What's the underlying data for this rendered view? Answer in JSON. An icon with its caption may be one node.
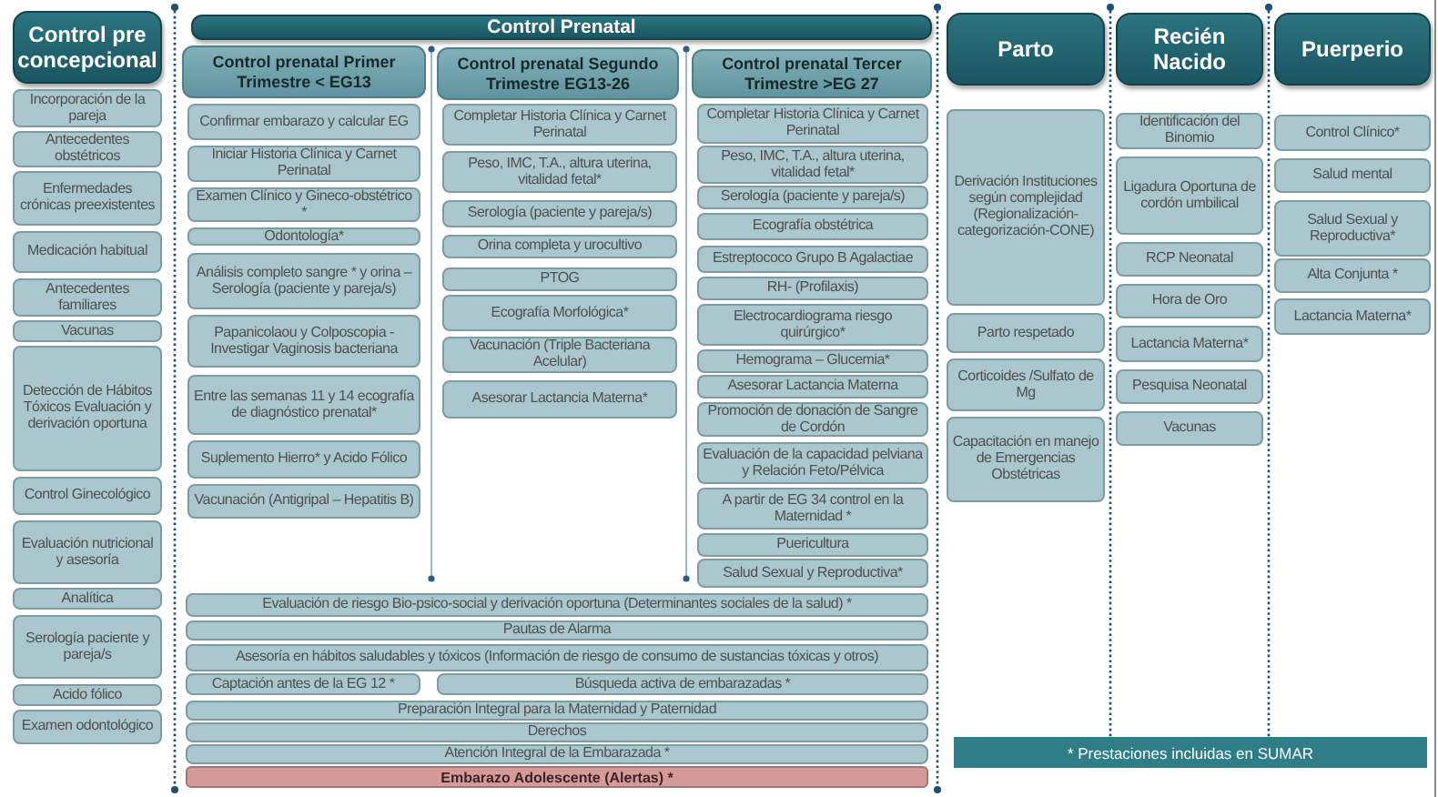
{
  "diagram": {
    "nodes": [
      {
        "text": [
          "Control pre concepcional"
        ]
      },
      {
        "text": [
          "Incorporación de la pareja"
        ]
      },
      {
        "text": [
          "Antecedentes obstétricos"
        ]
      },
      {
        "text": [
          "Enfermedades crónicas preexistentes"
        ]
      },
      {
        "text": [
          "Medicación habitual"
        ]
      },
      {
        "text": [
          "Antecedentes familiares"
        ]
      },
      {
        "text": [
          "Vacunas"
        ]
      },
      {
        "text": [
          "Detección de Hábitos Tóxicos Evaluación y derivación oportuna"
        ]
      },
      {
        "text": [
          "Control Ginecológico"
        ]
      },
      {
        "text": [
          "Evaluación nutricional y asesoría"
        ]
      },
      {
        "text": [
          "Analítica"
        ]
      },
      {
        "text": [
          "Serología paciente y pareja/s"
        ]
      },
      {
        "text": [
          "Acido fólico"
        ]
      },
      {
        "text": [
          "Examen odontológico"
        ]
      },
      {
        "text": [
          "Control Prenatal"
        ]
      },
      {
        "text": [
          "Control prenatal Primer Trimestre < EG13"
        ]
      },
      {
        "text": [
          "Confirmar embarazo y calcular EG"
        ]
      },
      {
        "text": [
          "Iniciar Historia Clínica y Carnet Perinatal"
        ]
      },
      {
        "text": [
          "Examen Clínico y Gineco-obstétrico *"
        ]
      },
      {
        "text": [
          "Odontología*"
        ]
      },
      {
        "text": [
          "Análisis completo sangre * y orina – Serología (paciente y pareja/s)"
        ]
      },
      {
        "text": [
          "Papanicolaou y Colposcopia - Investigar Vaginosis bacteriana"
        ]
      },
      {
        "text": [
          "Entre las semanas 11 y 14 ecografía de diagnóstico prenatal*"
        ]
      },
      {
        "text": [
          "Suplemento Hierro* y Acido Fólico"
        ]
      },
      {
        "text": [
          "Vacunación (Antigripal – Hepatitis B)"
        ]
      },
      {
        "text": [
          "Control prenatal Segundo Trimestre EG13-26"
        ]
      },
      {
        "text": [
          "Completar Historia Clínica y Carnet Perinatal"
        ]
      },
      {
        "text": [
          "Peso, IMC, T.A., altura uterina, vitalidad fetal*"
        ]
      },
      {
        "text": [
          "Serología (paciente y pareja/s)"
        ]
      },
      {
        "text": [
          "Orina completa y urocultivo"
        ]
      },
      {
        "text": [
          "PTOG"
        ]
      },
      {
        "text": [
          "Ecografía Morfológica*"
        ]
      },
      {
        "text": [
          "Vacunación (Triple Bacteriana Acelular)"
        ]
      },
      {
        "text": [
          "Asesorar Lactancia Materna*"
        ]
      },
      {
        "text": [
          "Control prenatal Tercer Trimestre >EG 27"
        ]
      },
      {
        "text": [
          "Completar Historia Clínica y Carnet Perinatal"
        ]
      },
      {
        "text": [
          "Peso, IMC, T.A., altura uterina, vitalidad fetal*"
        ]
      },
      {
        "text": [
          "Serología (paciente y pareja/s)"
        ]
      },
      {
        "text": [
          "Ecografía obstétrica"
        ]
      },
      {
        "text": [
          "Estreptococo Grupo B Agalactiae"
        ]
      },
      {
        "text": [
          "RH- (Profilaxis)"
        ]
      },
      {
        "text": [
          "Electrocardiograma riesgo quirúrgico*"
        ]
      },
      {
        "text": [
          "Hemograma – Glucemia*"
        ]
      },
      {
        "text": [
          "Asesorar Lactancia Materna"
        ]
      },
      {
        "text": [
          "Promoción de donación de Sangre de Cordón"
        ]
      },
      {
        "text": [
          "Evaluación de la capacidad pelviana y Relación Feto/Pélvica"
        ]
      },
      {
        "text": [
          "A partir de EG 34 control en la Maternidad *"
        ]
      },
      {
        "text": [
          "Puericultura"
        ]
      },
      {
        "text": [
          "Salud Sexual y Reproductiva*"
        ]
      },
      {
        "text": [
          "Evaluación de riesgo Bio-psico-social y derivación oportuna (Determinantes sociales de la salud) *"
        ]
      },
      {
        "text": [
          "Pautas de Alarma"
        ]
      },
      {
        "text": [
          "Asesoría en hábitos saludables y tóxicos (Información de riesgo de consumo de sustancias tóxicas y otros)"
        ]
      },
      {
        "text": [
          "Captación antes de la EG 12 *"
        ]
      },
      {
        "text": [
          "Búsqueda activa de embarazadas *"
        ]
      },
      {
        "text": [
          "Preparación Integral para la Maternidad y Paternidad"
        ]
      },
      {
        "text": [
          "Derechos"
        ]
      },
      {
        "text": [
          "Atención Integral de la Embarazada *"
        ]
      },
      {
        "text": [
          "Embarazo Adolescente (Alertas) *"
        ]
      },
      {
        "text": [
          "Parto"
        ]
      },
      {
        "text": [
          "Derivación Instituciones según complejidad (Regionalización-categorización-CONE)"
        ]
      },
      {
        "text": [
          "Parto respetado"
        ]
      },
      {
        "text": [
          "Corticoides /Sulfato de Mg"
        ]
      },
      {
        "text": [
          "Capacitación en manejo de Emergencias Obstétricas"
        ]
      },
      {
        "text": [
          "Recién Nacido"
        ]
      },
      {
        "text": [
          "Identificación del Binomio"
        ]
      },
      {
        "text": [
          "Ligadura Oportuna de cordón umbilical"
        ]
      },
      {
        "text": [
          "RCP Neonatal"
        ]
      },
      {
        "text": [
          "Hora de Oro"
        ]
      },
      {
        "text": [
          "Lactancia Materna*"
        ]
      },
      {
        "text": [
          "Pesquisa Neonatal"
        ]
      },
      {
        "text": [
          "Vacunas"
        ]
      },
      {
        "text": [
          "Puerperio"
        ]
      },
      {
        "text": [
          "Control Clínico*"
        ]
      },
      {
        "text": [
          "Salud mental"
        ]
      },
      {
        "text": [
          "Salud Sexual y Reproductiva*"
        ]
      },
      {
        "text": [
          "Alta Conjunta *"
        ]
      },
      {
        "text": [
          "Lactancia Materna*"
        ]
      },
      {
        "text": [
          "* Prestaciones incluidas en SUMAR"
        ]
      }
    ]
  }
}
